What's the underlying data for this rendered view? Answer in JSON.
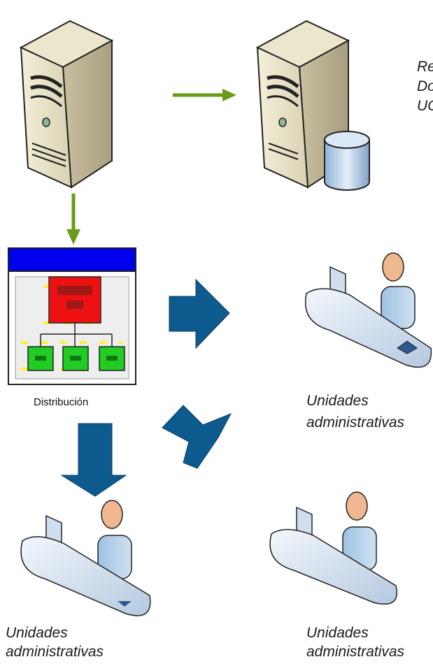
{
  "labels": {
    "repo_line1": "Re",
    "repo_line2": "Do",
    "repo_line3": "UC",
    "distribucion": "Distribución",
    "unit_right_1": "Unidades",
    "unit_right_2": "administrativas",
    "unit_bl_1": "Unidades",
    "unit_bl_2": "administrativas",
    "unit_br_1": "Unidades",
    "unit_br_2": "administrativas"
  },
  "colors": {
    "green_arrow": "#6b9a1a",
    "blue_arrow": "#0d5a8f",
    "window_titlebar": "#0000ee",
    "red_box": "#ee1111",
    "green_box": "#22cc22"
  }
}
